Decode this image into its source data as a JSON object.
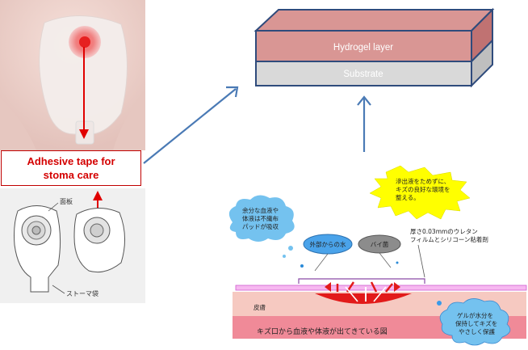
{
  "callout": {
    "line1": "Adhesive tape for",
    "line2": "stoma care"
  },
  "sketch": {
    "label_plate": "面板",
    "label_pouch": "ストーマ袋"
  },
  "layers": {
    "top": "Hydrogel layer",
    "bottom": "Substrate",
    "top_color": "#d99694",
    "bottom_color": "#d9d9d9",
    "edge_color": "#2f4b7c"
  },
  "japanese_diagram": {
    "burst_text": [
      "滲出液をためずに、",
      "キズの良好な環境を",
      "整える。"
    ],
    "cloud_left": [
      "余分な血液や",
      "体液は不織布",
      "パッドが吸収"
    ],
    "cloud_right": [
      "ゲルが水分を",
      "保持してキズを",
      "やさしく保護"
    ],
    "oval_water": "外部からの水",
    "oval_germ": "バイ菌",
    "film_label": [
      "厚さ0.03mmのウレタン",
      "フィルムとシリコーン粘着剤"
    ],
    "skin_label": "皮膚",
    "wound_label": "キズ口から血液や体液が出てきている図"
  }
}
